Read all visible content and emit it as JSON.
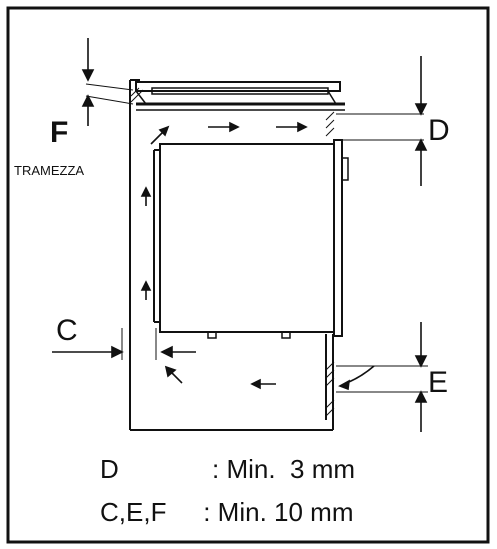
{
  "labels": {
    "F": "F",
    "partition": "TRAMEZZA",
    "D": "D",
    "C": "C",
    "E": "E"
  },
  "legend": {
    "row1_key": "D",
    "row1_value": ": Min.  3 mm",
    "row2_key": "C,E,F",
    "row2_value": " : Min. 10 mm"
  },
  "colors": {
    "ink": "#111111",
    "background": "#ffffff"
  }
}
